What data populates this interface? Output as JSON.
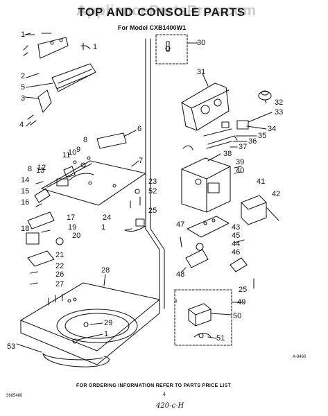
{
  "watermark": "AppliancePartsPros.com",
  "title": "TOP AND CONSOLE PARTS",
  "subtitle": "For Model CXB1400W1",
  "callouts": [
    "1",
    "2",
    "5",
    "3",
    "4",
    "1",
    "30",
    "31",
    "32",
    "33",
    "34",
    "35",
    "36",
    "37",
    "6",
    "7",
    "8",
    "9",
    "10",
    "11",
    "12",
    "13",
    "8",
    "14",
    "15",
    "16",
    "17",
    "19",
    "18",
    "20",
    "21",
    "22",
    "26",
    "27",
    "28",
    "29",
    "1",
    "53",
    "23",
    "52",
    "25",
    "24",
    "1",
    "38",
    "39",
    "40",
    "41",
    "42",
    "47",
    "43",
    "45",
    "44",
    "46",
    "48",
    "25",
    "49",
    "50",
    "51"
  ],
  "diagram_id": "A-8460",
  "footer_note": "FOR ORDERING INFORMATION REFER TO PARTS PRICE LIST",
  "page_number": "4",
  "left_code": "3685460",
  "handwritten_note": "420-c-H"
}
